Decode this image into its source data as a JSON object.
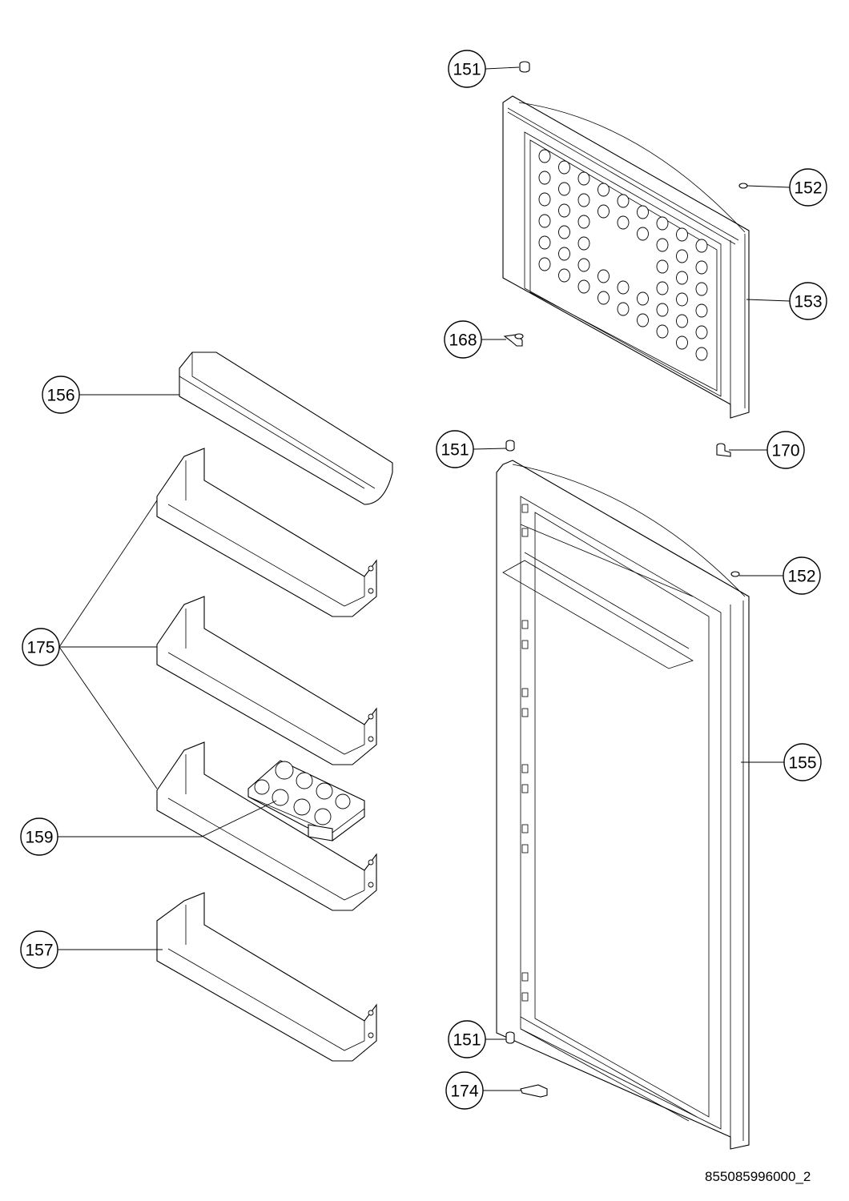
{
  "diagram": {
    "callouts": [
      {
        "id": "c151a",
        "label": "151"
      },
      {
        "id": "c152a",
        "label": "152"
      },
      {
        "id": "c153",
        "label": "153"
      },
      {
        "id": "c168",
        "label": "168"
      },
      {
        "id": "c156",
        "label": "156"
      },
      {
        "id": "c151b",
        "label": "151"
      },
      {
        "id": "c170",
        "label": "170"
      },
      {
        "id": "c152b",
        "label": "152"
      },
      {
        "id": "c175",
        "label": "175"
      },
      {
        "id": "c155",
        "label": "155"
      },
      {
        "id": "c159",
        "label": "159"
      },
      {
        "id": "c157",
        "label": "157"
      },
      {
        "id": "c151c",
        "label": "151"
      },
      {
        "id": "c174",
        "label": "174"
      }
    ],
    "drawing_number": "855085996000_2"
  }
}
